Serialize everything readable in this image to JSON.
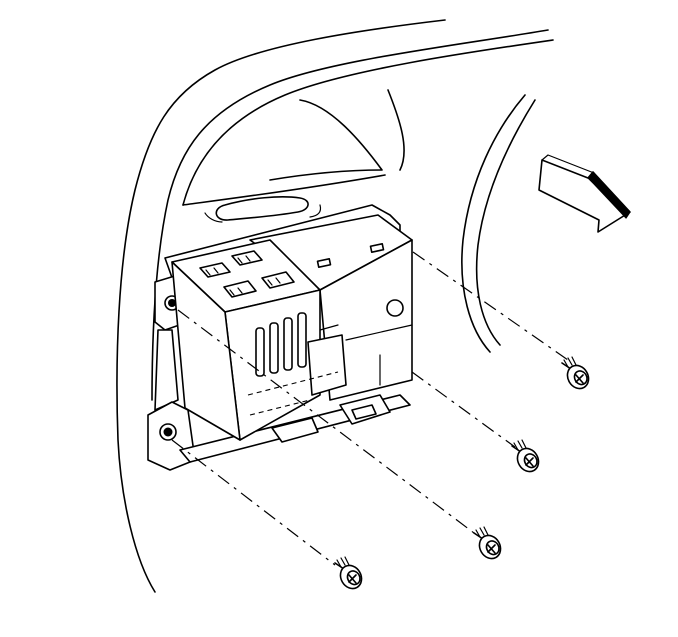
{
  "diagram": {
    "colors": {
      "line": "#000000",
      "background": "#ffffff"
    },
    "parts": [
      {
        "name": "trim-panel",
        "icon": "panel-outline"
      },
      {
        "name": "control-module",
        "icon": "module-box"
      },
      {
        "name": "mounting-bracket",
        "icon": "bracket"
      },
      {
        "name": "screw",
        "count": 4,
        "icon": "screw-icon"
      },
      {
        "name": "direction-arrow",
        "icon": "arrow-icon"
      }
    ]
  }
}
